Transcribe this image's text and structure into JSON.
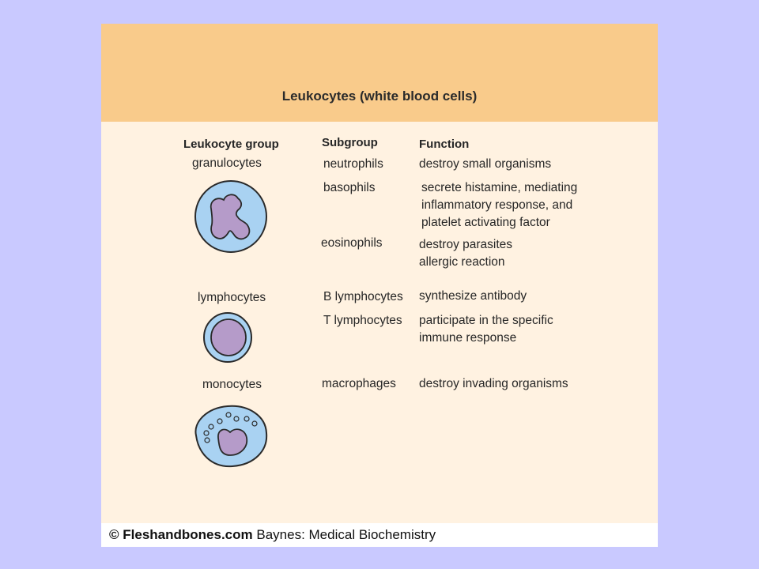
{
  "title": "Leukocytes (white blood cells)",
  "columns": {
    "group": "Leukocyte group",
    "subgroup": "Subgroup",
    "function": "Function"
  },
  "groups": [
    {
      "name": "granulocytes",
      "subgroups": [
        {
          "name": "neutrophils",
          "function": [
            "destroy small organisms"
          ]
        },
        {
          "name": "basophils",
          "function": [
            "secrete histamine, mediating",
            "inflammatory response, and",
            "platelet activating factor"
          ]
        },
        {
          "name": "eosinophils",
          "function": [
            "destroy parasites",
            "allergic reaction"
          ]
        }
      ]
    },
    {
      "name": "lymphocytes",
      "subgroups": [
        {
          "name": "B lymphocytes",
          "function": [
            "synthesize antibody"
          ]
        },
        {
          "name": "T lymphocytes",
          "function": [
            "participate in the specific",
            "immune response"
          ]
        }
      ]
    },
    {
      "name": "monocytes",
      "subgroups": [
        {
          "name": "macrophages",
          "function": [
            "destroy invading organisms"
          ]
        }
      ]
    }
  ],
  "footer": {
    "copyright": "©",
    "site": "Fleshandbones.com",
    "source": "Baynes: Medical Biochemistry"
  },
  "colors": {
    "background": "#c9c9ff",
    "header": "#f9cb8b",
    "panel": "#fff2e1",
    "cytoplasm": "#a9d2f2",
    "nucleus": "#b59bc9",
    "outline": "#2a2a2a"
  }
}
